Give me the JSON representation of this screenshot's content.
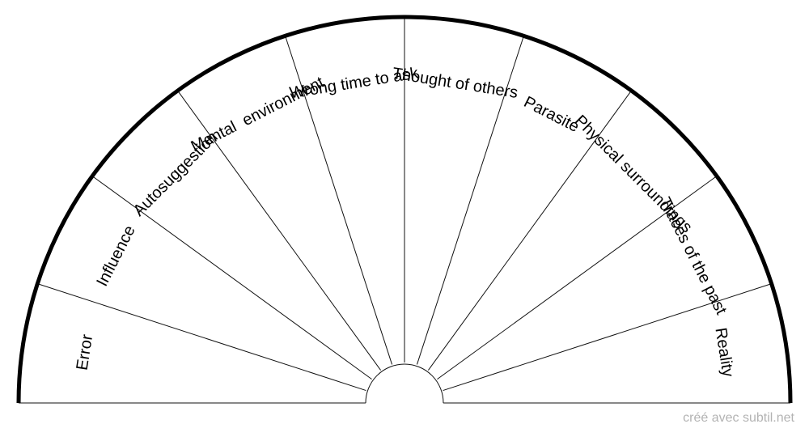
{
  "chart_data": {
    "type": "pie",
    "sectors": [
      "Error",
      "Influence",
      "Autosuggestion",
      "Mental  environment",
      "Wrong time to ask",
      "Thought of others",
      "Parasite",
      "Physical surroundings",
      "Traces of the past",
      "Reality"
    ]
  },
  "credit": "créé avec subtil.net"
}
